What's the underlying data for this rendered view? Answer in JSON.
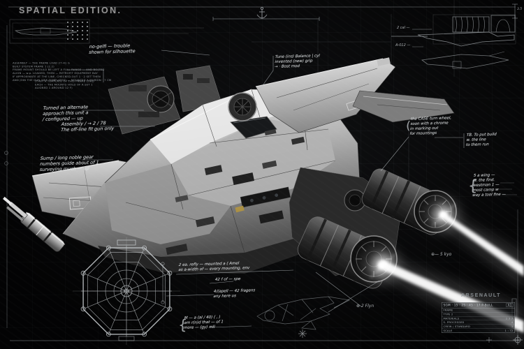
{
  "colors": {
    "bg": "#070708",
    "ink": "#dde1e3",
    "faint": "#a9b0b5",
    "accent_yellow": "#b3953f",
    "beam": "#ffffff"
  },
  "title": "SPATIAL EDITION.",
  "specs": {
    "main_lines": [
      "ASSEMBLY — THE FRAME LOAD 27-41 G",
      "BUILT SYSTEM FRAME 1 (2.2)",
      "FRAME MOUNT SHOULD BE LEFT A FULL RANGE — AND BOLTED",
      "ALIGN — w.p. LOADED, THEN — RETROFIT EQUIPMENT BAY",
      "IF APPROXIMATE AT THE LINE, CHECKED-OUT 1 · 2 SET THEN",
      "AND JOIN THE GUN (SEE TEMPLATES) — MOUNTED A MARGIN · 7 CM"
    ],
    "sub_lines": [
      "(THEY A TEMPLATE OF THIS FRAME LOAD",
      "EACH — THE MOUNTS HOLD OF A SET 1",
      "ALIGNED 1 AROUND 12 F)"
    ]
  },
  "notes": {
    "center_top": [
      "no-gelfi — trouble",
      "shown for silhouette"
    ],
    "top_mid": [
      "Tune (ins) Balance | cyl",
      "invented (new) grip",
      "→  · Bost mod"
    ],
    "left_a": [
      "Turned an alternate",
      "approach this unit a",
      "/ configured — up"
    ],
    "left_b": [
      "Assembly / → 2 / 78",
      "The off-line fit gun only"
    ],
    "left_c": [
      "Sump / long noble gear",
      "numbers guide about of 1",
      "surveying much — up"
    ],
    "right_a": [
      "the CASE turn wheel,",
      "soon with a chrome",
      "in marking out",
      "for mountings"
    ],
    "right_b": [
      "TB. To put build",
      "w. the line",
      "to them run"
    ],
    "right_c": [
      "5 a wing —",
      "w. the find.",
      "westman 1 —",
      "most camp w",
      "way a tool fine —"
    ],
    "bottom_a": [
      "2 ea. refly — mounted a ( Amel",
      "as a-width of — every mounting, env"
    ],
    "bottom_b": [
      "42 f of — spe"
    ],
    "bottom_c": [
      "4/(apell — 42 fragens",
      "any here us"
    ],
    "bottom_d": [
      "M — a (al / 40) ( , )",
      "am r(n)d that — of 1",
      "more — (gy) mll"
    ]
  },
  "labels": {
    "gun_top": "2 cal —",
    "gun_bottom": "A-012 —",
    "engine_small": "⊕— 5 kyo",
    "e_flyn": "⊗ 2 Flyn",
    "dim_right": "3.5"
  },
  "glyphs": {
    "brace": "{",
    "paren": "("
  },
  "title_block": {
    "stencil": "ARSENAULT",
    "header": "SGM · 15 · 25 · 45 · 17 P-BULL",
    "corner": "A1",
    "rows": [
      {
        "label": "FRAME",
        "value": ""
      },
      {
        "label": "TYPE 2",
        "value": ""
      },
      {
        "label": "MATERIALS",
        "value": "2   3   7"
      },
      {
        "label": "S. PROCESSED",
        "value": "4"
      },
      {
        "label": "CREW / STANDARD",
        "value": "1"
      },
      {
        "label": "SCALE",
        "value": "1 : 72"
      }
    ]
  }
}
